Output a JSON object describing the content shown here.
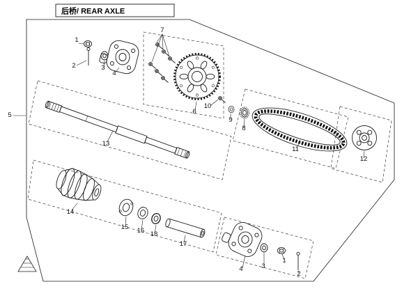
{
  "header": {
    "title": "后桥/ REAR AXLE"
  },
  "colors": {
    "line": "#1a1a1a",
    "background": "#ffffff"
  },
  "callouts": {
    "nut_top": "1",
    "pin_top": "2",
    "washer_top": "3",
    "carrier_top": "4",
    "frame": "5",
    "sprocket": "6",
    "bolts": "7",
    "spacer": "8",
    "washer_small": "9",
    "bolt_small": "10",
    "chain": "11",
    "coupling": "12",
    "axle": "13",
    "hub": "14",
    "bearing": "15",
    "collar": "16",
    "tube": "17",
    "seal": "18",
    "carrier_bottom": "4",
    "washer_bottom": "3",
    "nut_bottom": "1",
    "pin_bottom": "2"
  }
}
